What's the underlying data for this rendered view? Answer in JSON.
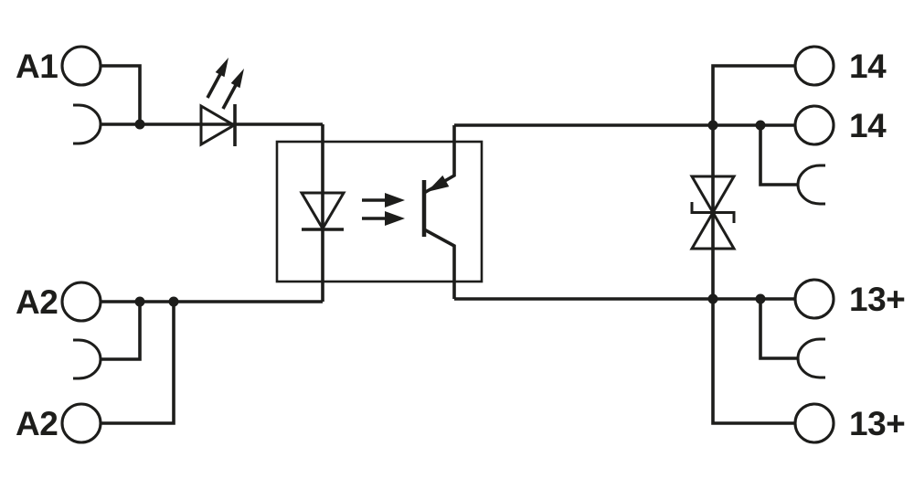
{
  "diagram": {
    "kind": "circuit-wiring-schematic",
    "subject": "optocoupler-relay-module-block-diagram",
    "background_color": "#ffffff",
    "line_color": "#1d1d1b"
  },
  "terminals": {
    "a1": {
      "label": "A1",
      "contact": "plug-circle"
    },
    "a1_socket": {
      "label": "",
      "contact": "socket-arc"
    },
    "a2_top": {
      "label": "A2",
      "contact": "plug-circle"
    },
    "a2_socket": {
      "label": "",
      "contact": "socket-arc"
    },
    "a2_bottom": {
      "label": "A2",
      "contact": "plug-circle"
    },
    "t14_top": {
      "label": "14",
      "contact": "plug-circle"
    },
    "t14_mid": {
      "label": "14",
      "contact": "plug-circle"
    },
    "t14_socket": {
      "label": "",
      "contact": "socket-arc"
    },
    "t13_mid": {
      "label": "13+",
      "contact": "plug-circle"
    },
    "t13_socket": {
      "label": "",
      "contact": "socket-arc"
    },
    "t13_bottom": {
      "label": "13+",
      "contact": "plug-circle"
    }
  },
  "components": {
    "led_indicator": "input-status-LED",
    "optocoupler": "optocoupler-isolation-box",
    "photodiode": "optocoupler-emitter-diode",
    "light_arrows": "optical-coupling-arrows",
    "phototransistor": "optocoupler-output-transistor",
    "suppressor_diode": "bidirectional-transient-suppressor-diode"
  }
}
